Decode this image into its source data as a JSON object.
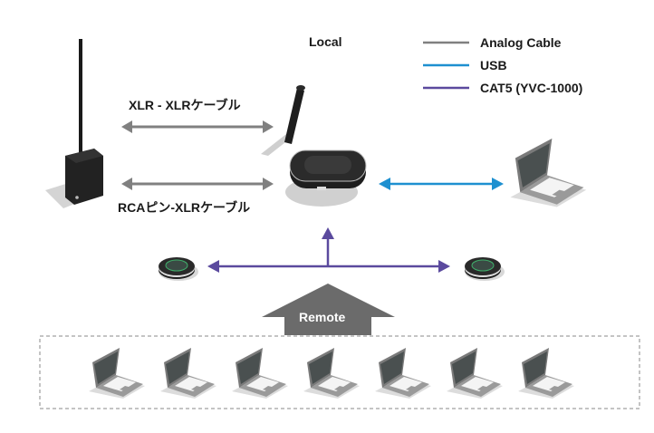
{
  "title": "Local",
  "legend": [
    {
      "label": "Analog Cable",
      "color": "#808080"
    },
    {
      "label": "USB",
      "color": "#1e90d0"
    },
    {
      "label": "CAT5 (YVC-1000)",
      "color": "#5b4a9e"
    }
  ],
  "connections": {
    "xlr": "XLR - XLRケーブル",
    "rca": "RCAピン-XLRケーブル"
  },
  "remote": {
    "label": "Remote",
    "laptop_count": 7
  },
  "colors": {
    "analog": "#808080",
    "usb": "#1e90d0",
    "cat5": "#5b4a9e",
    "device_dark": "#2b2b2b",
    "remote_arrow": "#6b6b6b"
  }
}
